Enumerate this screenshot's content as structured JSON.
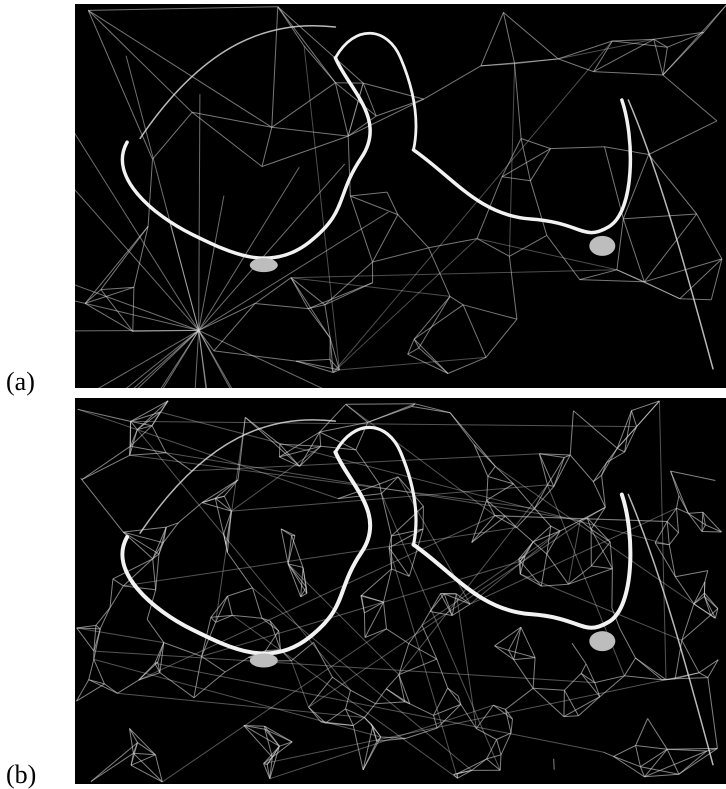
{
  "figure": {
    "panels": [
      {
        "label": "(a)",
        "description_key": "mesh-coarse"
      },
      {
        "label": "(b)",
        "description_key": "mesh-dense"
      }
    ]
  },
  "colors": {
    "background": "#000000",
    "mesh_line": "#d8d8d8",
    "bone_contour": "#f2f2f2",
    "bone_fill": "#bdbdbd",
    "page": "#ffffff"
  }
}
